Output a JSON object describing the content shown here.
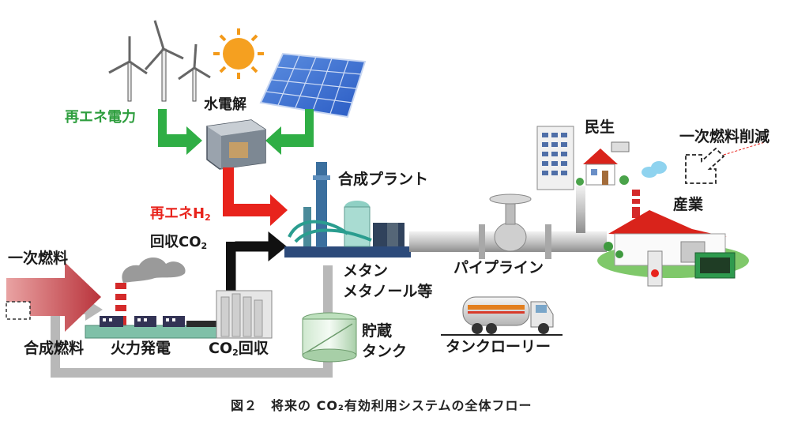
{
  "diagram": {
    "title_caption": "図２　将来の CO₂有効利用システムの全体フロー",
    "labels": {
      "renewable_power": "再エネ電力",
      "electrolysis": "水電解",
      "renewable_h2": "再エネH",
      "h2_sub": "2",
      "recovered_co2": "回収CO",
      "co2_sub": "2",
      "synthesis_plant": "合成プラント",
      "primary_fuel": "一次燃料",
      "thermal_power": "火力発電",
      "co2_capture_prefix": "CO",
      "co2_capture_sub": "2",
      "co2_capture_suffix": "回収",
      "synthetic_fuel": "合成燃料",
      "methane": "メタン",
      "methanol_etc": "メタノール等",
      "storage_tank_1": "貯蔵",
      "storage_tank_2": "タンク",
      "pipeline": "パイプライン",
      "tank_lorry": "タンクローリー",
      "residential": "民生",
      "industry": "産業",
      "primary_fuel_reduction": "一次燃料削減"
    },
    "colors": {
      "green_arrow": "#2fae45",
      "red_arrow": "#e8231c",
      "black_arrow": "#111111",
      "gray_flow": "#b8b8b8",
      "primary_fuel_arrow": "#c9444a",
      "roof_red": "#d9231b",
      "pipe_gray": "#bfbfbf"
    }
  }
}
